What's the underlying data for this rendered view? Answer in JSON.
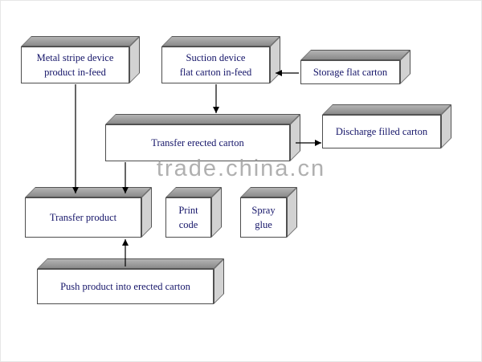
{
  "watermark": {
    "text": "trade.china.cn"
  },
  "nodes": {
    "metal_stripe_infeed": {
      "label": "Metal stripe device\nproduct in-feed"
    },
    "suction_infeed": {
      "label": "Suction device\nflat carton in-feed"
    },
    "storage_flat_carton": {
      "label": "Storage flat carton"
    },
    "transfer_erected_carton": {
      "label": "Transfer erected carton"
    },
    "discharge_filled_carton": {
      "label": "Discharge filled carton"
    },
    "transfer_product": {
      "label": "Transfer product"
    },
    "print_code": {
      "label": "Print\ncode"
    },
    "spray_glue": {
      "label": "Spray\nglue"
    },
    "push_product": {
      "label": "Push product into erected carton"
    }
  },
  "edges": [
    {
      "from": "storage_flat_carton",
      "to": "suction_infeed"
    },
    {
      "from": "suction_infeed",
      "to": "transfer_erected_carton"
    },
    {
      "from": "metal_stripe_infeed",
      "to": "transfer_product"
    },
    {
      "from": "transfer_erected_carton",
      "to": "transfer_product"
    },
    {
      "from": "transfer_erected_carton",
      "to": "discharge_filled_carton"
    },
    {
      "from": "push_product",
      "to": "transfer_product"
    }
  ],
  "colors": {
    "text": "#151569",
    "box_top": "#8a8a8a",
    "box_top_light": "#b4b4b4",
    "box_side": "#d2d2d2",
    "watermark": "#a3a3a3",
    "arrow": "#000000"
  }
}
